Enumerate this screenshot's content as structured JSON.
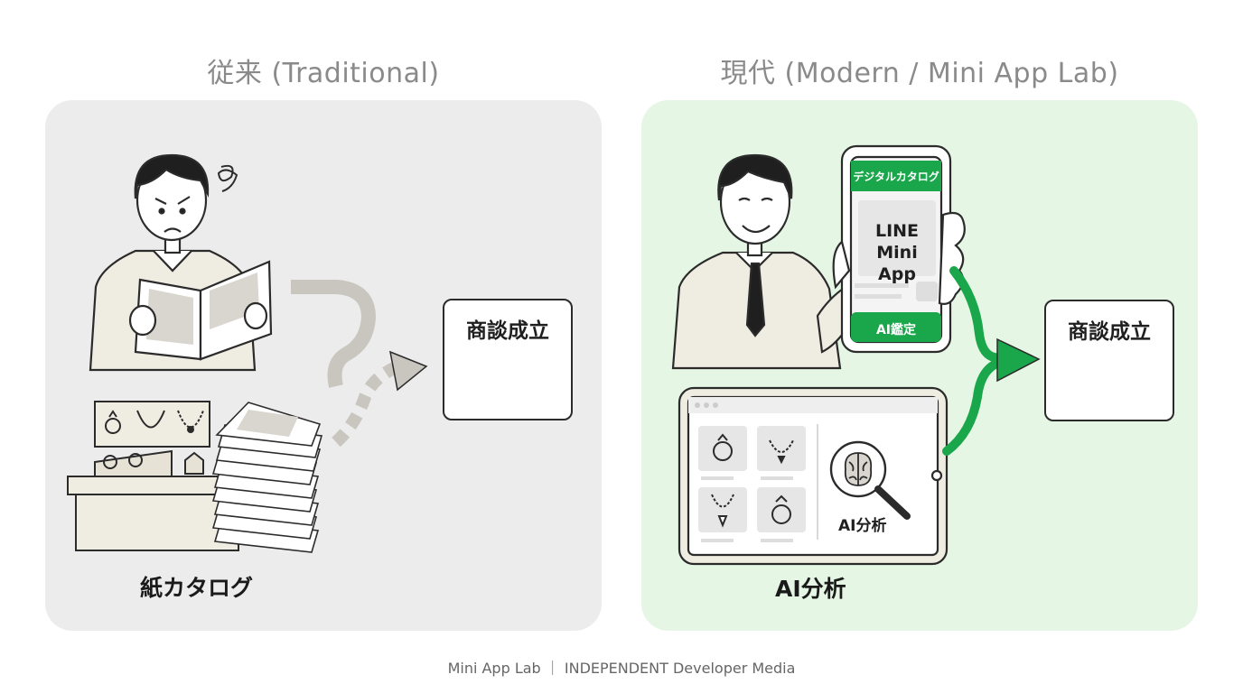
{
  "left": {
    "heading": "従来 (Traditional)",
    "outcome_card": {
      "title": "商談成立"
    },
    "catalog_label": "紙カタログ"
  },
  "right": {
    "heading": "現代 (Modern / Mini App Lab)",
    "phone": {
      "header": "デジタルカタログ",
      "main_line1": "LINE",
      "main_line2": "Mini App",
      "button": "AI鑑定"
    },
    "tablet": {
      "ai_label": "AI分析"
    },
    "analysis_label": "AI分析",
    "outcome_card": {
      "title": "商談成立"
    }
  },
  "footer": "Mini App Lab ｜ INDEPENDENT Developer Media",
  "colors": {
    "left_panel_bg": "#ececec",
    "right_panel_bg": "#e5f7e4",
    "line_green": "#1aa64a",
    "heading_gray": "#8a8a8a",
    "suit_beige": "#efece2"
  },
  "icons": [
    "confused-scribble-icon",
    "ring-icon",
    "necklace-icon",
    "brain-icon",
    "magnifier-icon",
    "check-circle-icon",
    "growth-chart-icon"
  ]
}
